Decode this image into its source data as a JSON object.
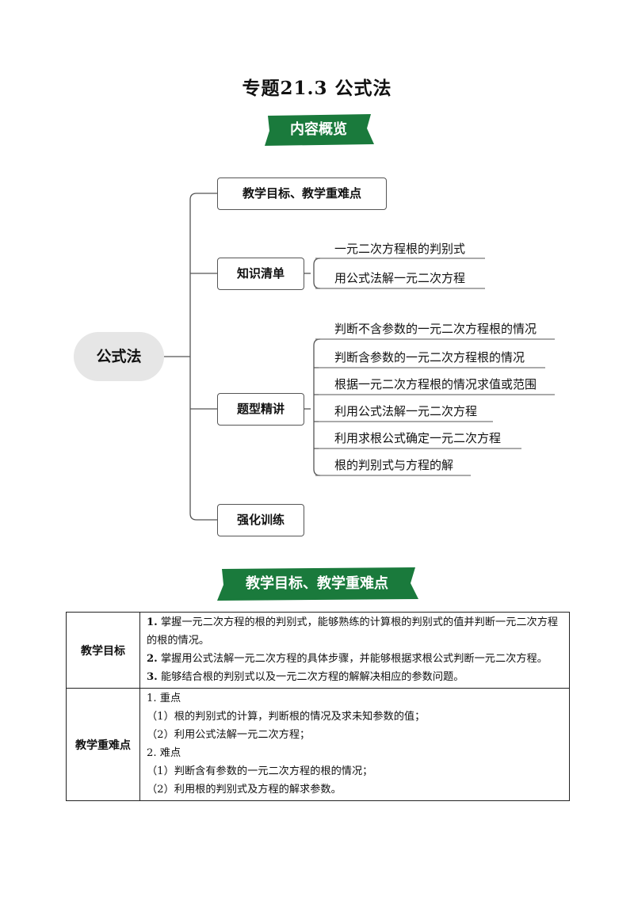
{
  "title": "专题21.3  公式法",
  "banners": {
    "overview": "内容概览",
    "goals": "教学目标、教学重难点"
  },
  "colors": {
    "banner": "#1a7a3c",
    "root_bg": "#e6e6e6"
  },
  "mindmap": {
    "root": "公式法",
    "branches": [
      {
        "label": "教学目标、教学重难点",
        "children": []
      },
      {
        "label": "知识清单",
        "children": [
          "一元二次方程根的判别式",
          "用公式法解一元二次方程"
        ]
      },
      {
        "label": "题型精讲",
        "children": [
          "判断不含参数的一元二次方程根的情况",
          "判断含参数的一元二次方程根的情况",
          "根据一元二次方程根的情况求值或范围",
          "利用公式法解一元二次方程",
          "利用求根公式确定一元二次方程",
          "根的判别式与方程的解"
        ]
      },
      {
        "label": "强化训练",
        "children": []
      }
    ]
  },
  "table": {
    "rows": [
      {
        "head": "教学目标",
        "items": [
          {
            "num": "1.",
            "text": "掌握一元二次方程的根的判别式，能够熟练的计算根的判别式的值并判断一元二次方程的根的情况。"
          },
          {
            "num": "2.",
            "text": "掌握用公式法解一元二次方程的具体步骤，并能够根据求根公式判断一元二次方程。"
          },
          {
            "num": "3.",
            "text": "能够结合根的判别式以及一元二次方程的解解决相应的参数问题。"
          }
        ]
      },
      {
        "head": "教学重难点",
        "lines": [
          "1. 重点",
          "（1）根的判别式的计算，判断根的情况及求未知参数的值；",
          "（2）利用公式法解一元二次方程；",
          "2. 难点",
          "（1）判断含有参数的一元二次方程的根的情况；",
          "（2）利用根的判别式及方程的解求参数。"
        ]
      }
    ]
  }
}
